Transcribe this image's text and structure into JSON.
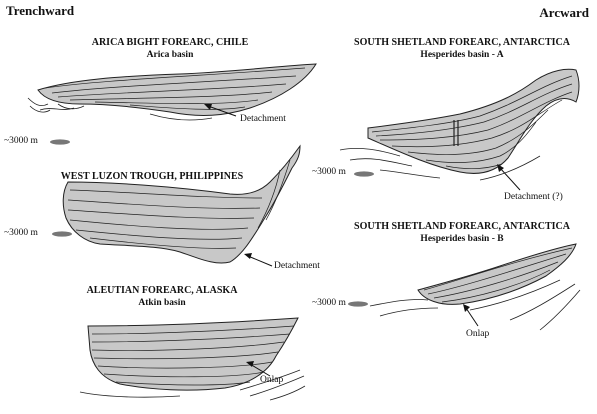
{
  "header": {
    "left": "Trenchward",
    "right": "Arcward"
  },
  "panels": {
    "arica": {
      "title": "ARICA BIGHT FOREARC, CHILE",
      "subtitle": "Arica basin",
      "annotation": "Detachment",
      "scale": "~3000 m"
    },
    "luzon": {
      "title": "WEST LUZON TROUGH, PHILIPPINES",
      "annotation": "Detachment",
      "scale": "~3000 m"
    },
    "aleutian": {
      "title": "ALEUTIAN FOREARC, ALASKA",
      "subtitle": "Atkin basin",
      "annotation": "Onlap"
    },
    "shetland_a": {
      "title": "SOUTH SHETLAND FOREARC, ANTARCTICA",
      "subtitle": "Hesperides basin - A",
      "annotation": "Detachment (?)",
      "scale": "~3000 m"
    },
    "shetland_b": {
      "title": "SOUTH SHETLAND FOREARC, ANTARCTICA",
      "subtitle": "Hesperides basin - B",
      "annotation": "Onlap",
      "scale": "~3000 m"
    }
  },
  "colors": {
    "basin_fill": "#c8c8c8",
    "strata_line": "#222222",
    "scale_bar": "#777777"
  }
}
